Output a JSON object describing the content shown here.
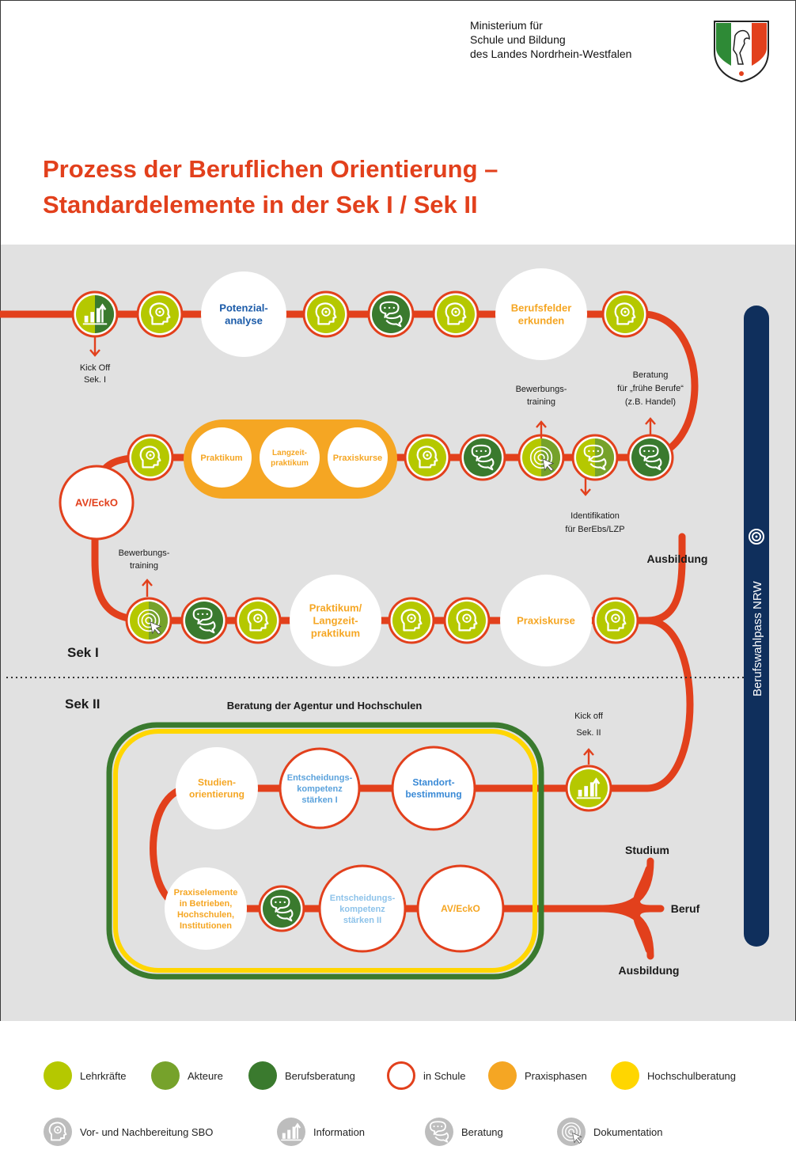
{
  "header": {
    "ministry_lines": [
      "Ministerium für",
      "Schule und Bildung",
      "des Landes Nordrhein-Westfalen"
    ]
  },
  "title_lines": [
    "Prozess der Beruflichen Orientierung –",
    "Standardelemente in der Sek I / Sek II"
  ],
  "colors": {
    "red": "#e2401c",
    "orange": "#f5a623",
    "lime": "#b5c800",
    "green": "#76a22b",
    "darkgreen": "#3a7a2e",
    "yellow": "#ffd600",
    "navy": "#0f2f5c",
    "gray": "#e1e1e1"
  },
  "nodes": {
    "potenzialanalyse": [
      "Potenzial-",
      "analyse"
    ],
    "berufsfelder": [
      "Berufsfelder",
      "erkunden"
    ],
    "praktikum": [
      "Praktikum"
    ],
    "langzeitpraktikum": [
      "Langzeit-",
      "praktikum"
    ],
    "praxiskurse1": [
      "Praxiskurse"
    ],
    "avecko1": [
      "AV/EckO"
    ],
    "praktikum2": [
      "Praktikum/",
      "Langzeit-",
      "praktikum"
    ],
    "praxiskurse2": [
      "Praxiskurse"
    ],
    "studienorientierung": [
      "Studien-",
      "orientierung"
    ],
    "entscheidung1": [
      "Entscheidungs-",
      "kompetenz",
      "stärken I"
    ],
    "standort": [
      "Standort-",
      "bestimmung"
    ],
    "praxiselemente": [
      "Praxiselemente",
      "in Betrieben,",
      "Hochschulen,",
      "Institutionen"
    ],
    "entscheidung2": [
      "Entscheidungs-",
      "kompetenz",
      "stärken II"
    ],
    "avecko2": [
      "AV/EckO"
    ]
  },
  "labels": {
    "kickoff1": [
      "Kick Off",
      "Sek. I"
    ],
    "bewerbung1": [
      "Bewerbungs-",
      "training"
    ],
    "beratung_frueh": [
      "Beratung",
      "für „frühe Berufe“",
      "(z.B. Handel)"
    ],
    "identifikation": [
      "Identifikation",
      "für BerEbs/LZP"
    ],
    "bewerbung2": [
      "Bewerbungs-",
      "training"
    ],
    "ausbildung1": "Ausbildung",
    "sek1": "Sek I",
    "sek2": "Sek II",
    "beratung_agentur": "Beratung der Agentur und Hochschulen",
    "kickoff2": [
      "Kick off",
      "Sek. II"
    ],
    "studium": "Studium",
    "beruf": "Beruf",
    "ausbildung2": "Ausbildung",
    "berufswahlpass": "Berufswahlpass NRW"
  },
  "legend": {
    "colors": [
      {
        "label": "Lehrkräfte",
        "color": "#b5c800"
      },
      {
        "label": "Akteure",
        "color": "#76a22b"
      },
      {
        "label": "Berufsberatung",
        "color": "#3a7a2e"
      },
      {
        "label": "in Schule",
        "color": "#ffffff"
      },
      {
        "label": "Praxisphasen",
        "color": "#f5a623"
      },
      {
        "label": "Hochschulberatung",
        "color": "#ffd600"
      }
    ],
    "icons": [
      {
        "label": "Vor- und Nachbereitung SBO",
        "icon": "head-gear-icon"
      },
      {
        "label": "Information",
        "icon": "chart-arrow-icon"
      },
      {
        "label": "Beratung",
        "icon": "speech-bubbles-icon"
      },
      {
        "label": "Dokumentation",
        "icon": "target-cursor-icon"
      }
    ]
  }
}
